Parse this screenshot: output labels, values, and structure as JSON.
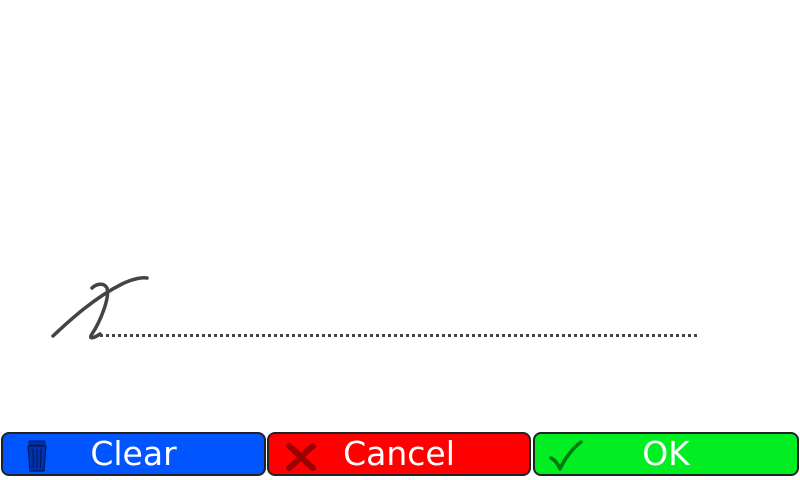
{
  "buttons": {
    "clear": {
      "label": "Clear",
      "color": "#0055ff",
      "icon": "trash-icon"
    },
    "cancel": {
      "label": "Cancel",
      "color": "#ff0000",
      "icon": "cross-icon"
    },
    "ok": {
      "label": "OK",
      "color": "#00ee22",
      "icon": "checkmark-icon"
    }
  },
  "signature": {
    "marker_icon": "x-mark-icon"
  }
}
